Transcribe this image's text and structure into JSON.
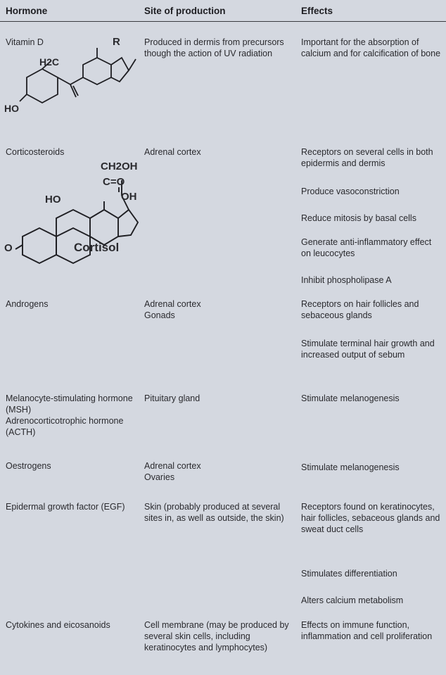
{
  "headers": {
    "hormone": "Hormone",
    "site": "Site of production",
    "effects": "Effects"
  },
  "rows": [
    {
      "hormone": "Vitamin D",
      "site": "Produced in dermis from precursors though the action of UV radiation",
      "effects": [
        "Important for the absorption of calcium and for calcification of bone"
      ]
    },
    {
      "hormone": "Corticosteroids",
      "site": "Adrenal cortex",
      "effects": [
        "Receptors on several cells in both epidermis and dermis",
        "Produce vasoconstriction",
        "Reduce mitosis by basal cells",
        "Generate anti-inflammatory effect on leucocytes",
        "Inhibit phospholipase A"
      ]
    },
    {
      "hormone": "Androgens",
      "site": "Adrenal cortex\nGonads",
      "effects": [
        "Receptors on hair follicles and sebaceous glands",
        "Stimulate terminal hair growth and increased output of sebum"
      ]
    },
    {
      "hormone": "Melanocyte-stimulating hormone (MSH)\nAdrenocorticotrophic hormone (ACTH)",
      "site": "Pituitary gland",
      "effects": [
        "Stimulate melanogenesis"
      ]
    },
    {
      "hormone": "Oestrogens",
      "site": "Adrenal cortex\nOvaries",
      "effects": [
        "Stimulate melanogenesis"
      ]
    },
    {
      "hormone": "Epidermal growth factor (EGF)",
      "site": "Skin (probably produced at several sites in, as well as outside, the skin)",
      "effects": [
        "Receptors found on keratinocytes, hair follicles, sebaceous glands and sweat duct cells",
        "Stimulates differentiation",
        "Alters calcium metabolism"
      ]
    },
    {
      "hormone": "Cytokines and eicosanoids",
      "site": "Cell membrane (may be produced by several skin cells, including keratinocytes and lymphocytes)",
      "effects": [
        "Effects on immune function, inflammation and cell proliferation"
      ]
    }
  ],
  "structures": {
    "vitamin_d": {
      "r": "R",
      "h2c": "H2C",
      "ho": "HO"
    },
    "cortisol": {
      "ch2oh": "CH2OH",
      "co": "C=O",
      "oh": "OH",
      "ho": "HO",
      "o": "O",
      "name": "Cortisol"
    }
  }
}
